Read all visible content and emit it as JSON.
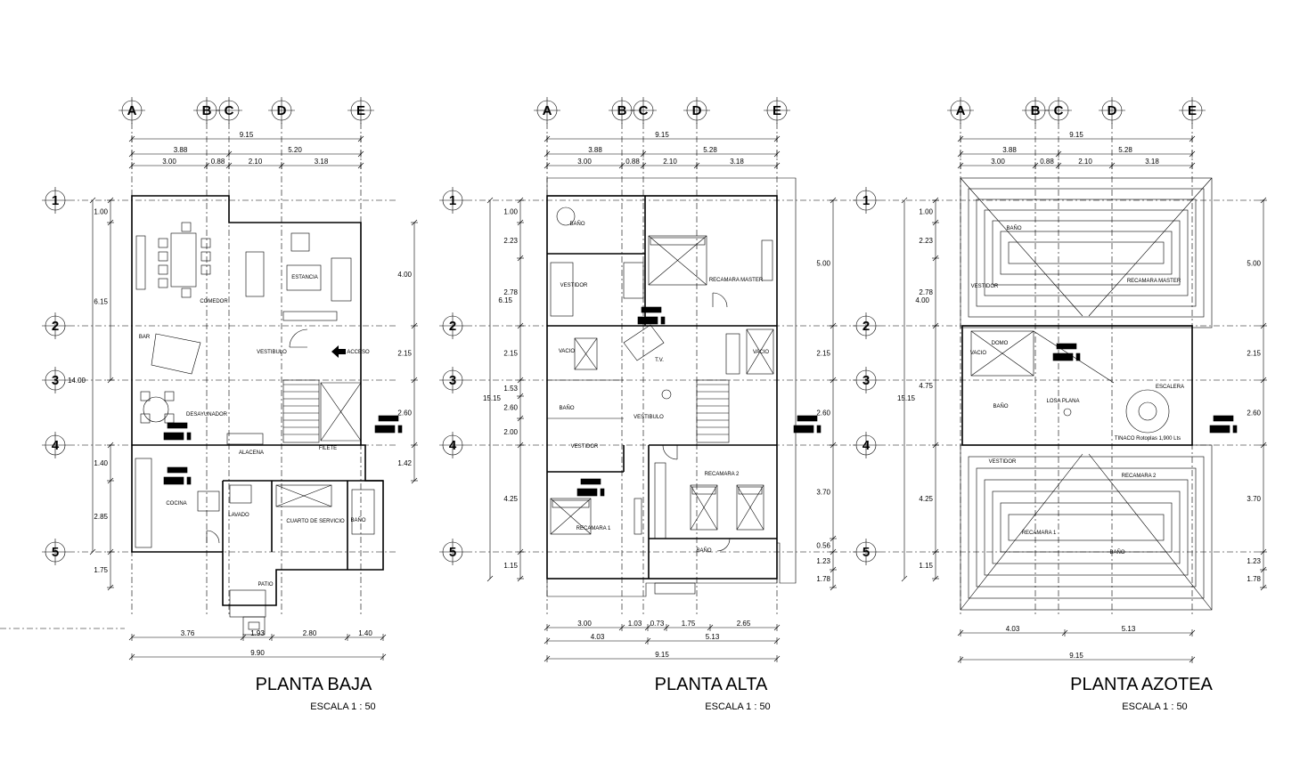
{
  "plans": [
    {
      "id": "baja",
      "title": "PLANTA BAJA",
      "scale": "ESCALA   1 : 50",
      "top_dims": {
        "total": "9.15",
        "row2": [
          "3.88",
          "5.20"
        ],
        "row3": [
          "3.00",
          "0.88",
          "2.10",
          "3.18"
        ]
      },
      "left_dims": {
        "total": "14.00",
        "sub1": [
          "1.00",
          "6.15"
        ],
        "sub2": [
          "1.40",
          "2.85",
          "1.75"
        ]
      },
      "right_dims": [
        "4.00",
        "2.15",
        "2.60",
        "1.42"
      ],
      "bottom_dims": {
        "row1": [
          "3.76",
          "1.93",
          "2.80",
          "1.40"
        ],
        "total": "9.90"
      },
      "rooms": [
        "COMEDOR",
        "ESTANCIA",
        "BAR",
        "VESTIBULO",
        "ACCESO",
        "DESAYUNADOR",
        "COCINA",
        "LAVADO",
        "CUARTO DE SERVICIO",
        "BAÑO",
        "PATIO",
        "ALACENA",
        "FILETE"
      ]
    },
    {
      "id": "alta",
      "title": "PLANTA ALTA",
      "scale": "ESCALA   1 : 50",
      "top_dims": {
        "total": "9.15",
        "row2": [
          "3.88",
          "5.28"
        ],
        "row3": [
          "3.00",
          "0.88",
          "2.10",
          "3.18"
        ]
      },
      "left_dims": {
        "total": "15.15",
        "sub1": [
          "1.00",
          "2.23",
          "2.78",
          "2.15",
          "1.53",
          "2.60",
          "2.00",
          "4.25",
          "1.15"
        ],
        "sub2": [
          "6.15"
        ]
      },
      "right_dims": [
        "5.00",
        "2.15",
        "2.60",
        "3.70",
        "0.56",
        "1.23",
        "1.78"
      ],
      "bottom_dims": {
        "row1": [
          "3.00",
          "1.03",
          "0.73",
          "1.75",
          "2.65"
        ],
        "row2": [
          "4.03",
          "5.13"
        ],
        "total": "9.15"
      },
      "rooms": [
        "BAÑO",
        "VESTIDOR",
        "RECAMARA MASTER",
        "VACIO",
        "T.V.",
        "VESTIBULO",
        "BAÑO",
        "VESTIDOR",
        "RECAMARA 2",
        "RECAMARA 1",
        "BAÑO",
        "VACIO"
      ]
    },
    {
      "id": "azotea",
      "title": "PLANTA AZOTEA",
      "scale": "ESCALA   1 : 50",
      "top_dims": {
        "total": "9.15",
        "row2": [
          "3.88",
          "5.28"
        ],
        "row3": [
          "3.00",
          "0.88",
          "2.10",
          "3.18"
        ]
      },
      "left_dims": {
        "total": "15.15",
        "sub1": [
          "1.00",
          "2.23",
          "2.78",
          "4.75",
          "4.25",
          "1.15"
        ],
        "sub2": [
          "4.00"
        ]
      },
      "right_dims": [
        "5.00",
        "2.15",
        "2.60",
        "3.70",
        "1.23",
        "1.78"
      ],
      "bottom_dims": {
        "row1": [
          "4.03",
          "5.13"
        ],
        "total": "9.15"
      },
      "rooms": [
        "BAÑO",
        "VESTIDOR",
        "RECAMARA MASTER",
        "VACIO",
        "DOMO",
        "BAÑO",
        "LOSA PLANA",
        "ESCALERA",
        "TINACO Rotoplas 1,900 Lts",
        "VESTIDOR",
        "RECAMARA 2",
        "RECAMARA 1",
        "BAÑO"
      ]
    }
  ],
  "axis_letters": [
    "A",
    "B",
    "C",
    "D",
    "E"
  ],
  "axis_numbers": [
    "1",
    "2",
    "3",
    "4",
    "5"
  ]
}
